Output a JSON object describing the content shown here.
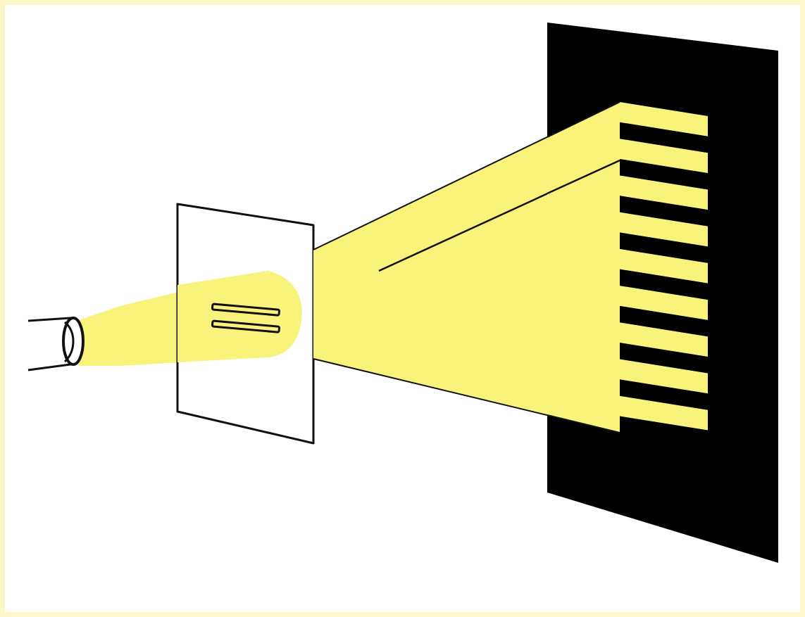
{
  "diagram": {
    "kind": "double-slit interference",
    "components": [
      "light-source",
      "double-slit-card",
      "projection-screen"
    ],
    "slit_count": 2,
    "bright_fringe_count": 9,
    "colors": {
      "page_border": "#fdf6c8",
      "background": "#ffffff",
      "light": "#f8f37a",
      "screen": "#000000",
      "outline": "#111111"
    }
  }
}
